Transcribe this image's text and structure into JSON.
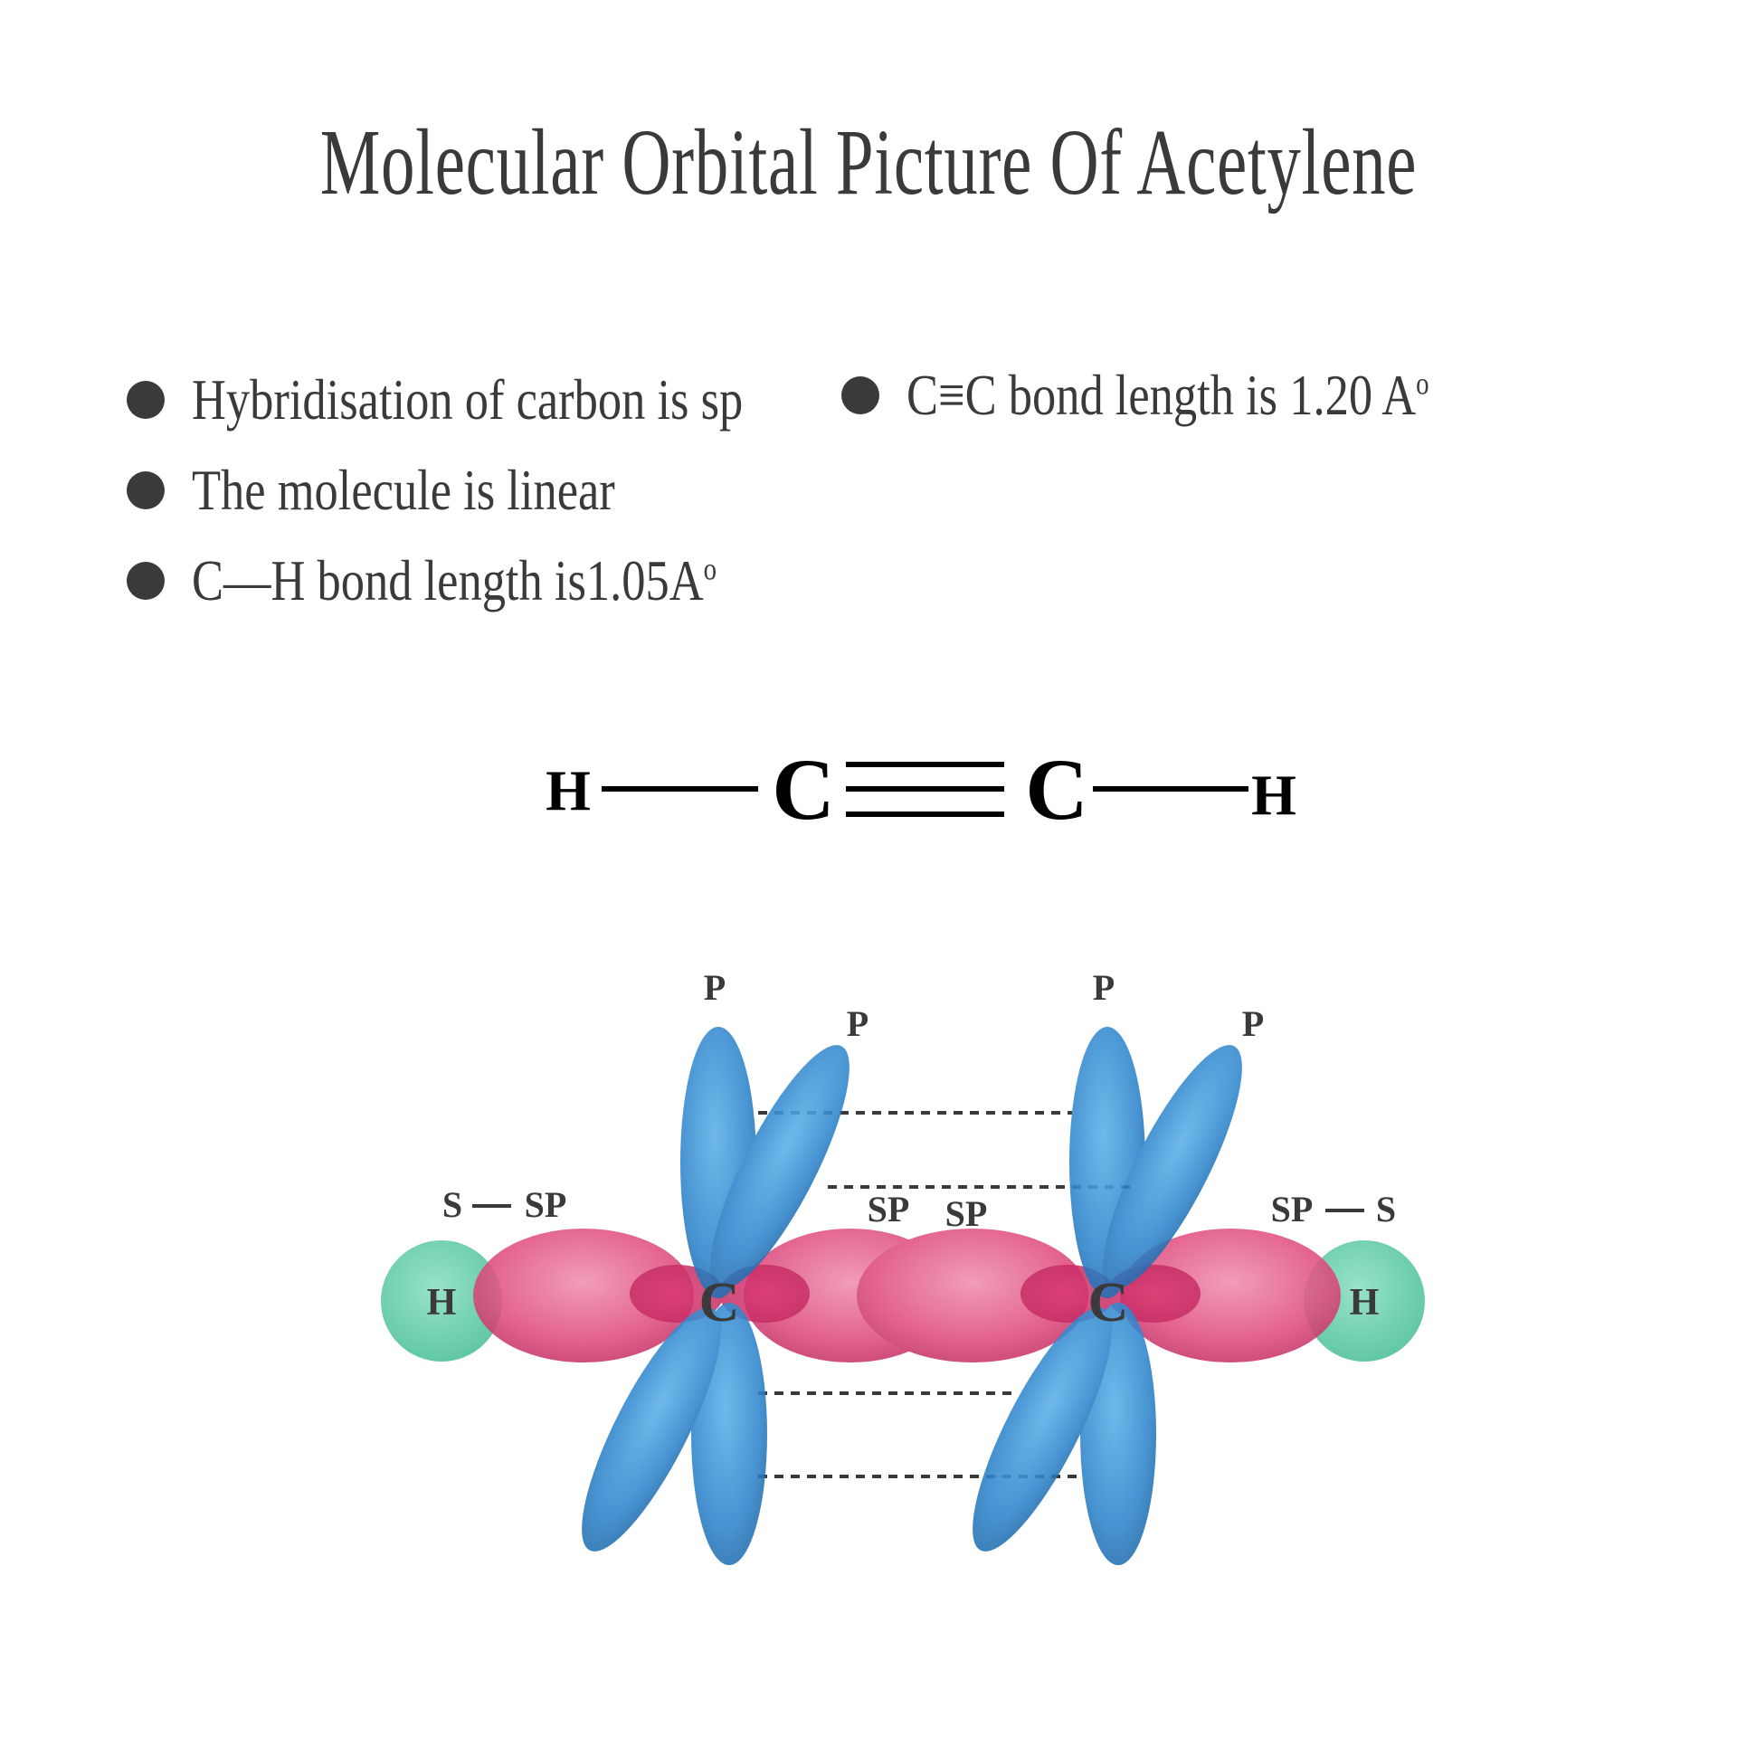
{
  "title": "Molecular Orbital Picture Of  Acetylene",
  "facts": {
    "hybridisation": "Hybridisation of  carbon is sp",
    "linear": "The molecule is linear",
    "ch_prefix": "C",
    "ch_bond_symbol": "—",
    "ch_text": "H bond length is1.05A",
    "ch_sup": "o",
    "cc_prefix": "C",
    "cc_bond_symbol": "≡",
    "cc_text": "C bond length is 1.20 A",
    "cc_sup": "o"
  },
  "structure": {
    "atom_left_h": "H",
    "atom_left_c": "C",
    "atom_right_c": "C",
    "atom_right_h": "H"
  },
  "orbital_diagram": {
    "atom_h": "H",
    "atom_c": "C",
    "p_label": "P",
    "s_sp_left": "S",
    "sp_left": "SP",
    "sp_center_left": "SP",
    "sp_center_right": "SP",
    "sp_right": "SP",
    "s_sp_right": "S"
  },
  "colors": {
    "text": "#3a3a3a",
    "sp_orbital": "#e0507f",
    "p_orbital": "#2f85cc",
    "s_orbital": "#5ccaa4"
  }
}
